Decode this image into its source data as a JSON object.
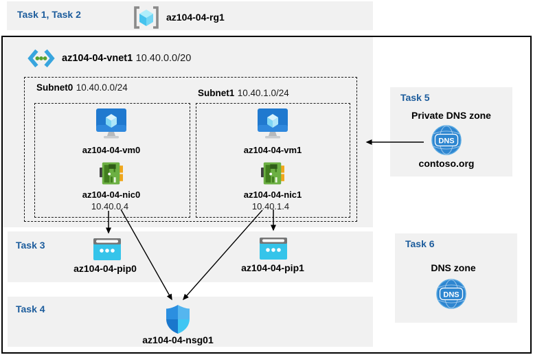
{
  "header": {
    "task_label": "Task 1, Task 2",
    "resource_group": "az104-04-rg1"
  },
  "vnet": {
    "name": "az104-04-vnet1",
    "cidr": "10.40.0.0/20",
    "subnets": [
      {
        "name": "Subnet0",
        "cidr": "10.40.0.0/24",
        "vm": "az104-04-vm0",
        "nic": "az104-04-nic0",
        "ip": "10.40.0.4"
      },
      {
        "name": "Subnet1",
        "cidr": "10.40.1.0/24",
        "vm": "az104-04-vm1",
        "nic": "az104-04-nic1",
        "ip": "10.40.1.4"
      }
    ]
  },
  "task3": {
    "label": "Task 3",
    "pip0": "az104-04-pip0",
    "pip1": "az104-04-pip1"
  },
  "task4": {
    "label": "Task 4",
    "nsg": "az104-04-nsg01"
  },
  "task5": {
    "label": "Task 5",
    "title": "Private DNS zone",
    "zone": "contoso.org",
    "icon_text": "DNS"
  },
  "task6": {
    "label": "Task 6",
    "title": "DNS zone",
    "icon_text": "DNS"
  },
  "icons": {
    "resource_group": "bracketed-cube-icon",
    "virtual_network": "chevron-dots-icon",
    "virtual_machine": "monitor-cube-icon",
    "network_interface": "nic-card-icon",
    "public_ip": "browser-dots-icon",
    "nsg": "shield-icon",
    "dns": "globe-dns-icon"
  },
  "colors": {
    "band_gray": "#f1f1f1",
    "task_blue": "#1c5c9c",
    "frame_black": "#000000",
    "azure_blue": "#2079cf",
    "cyan": "#35c4ea",
    "nic_green": "#6cb043",
    "dns_blue": "#2e86d0"
  }
}
